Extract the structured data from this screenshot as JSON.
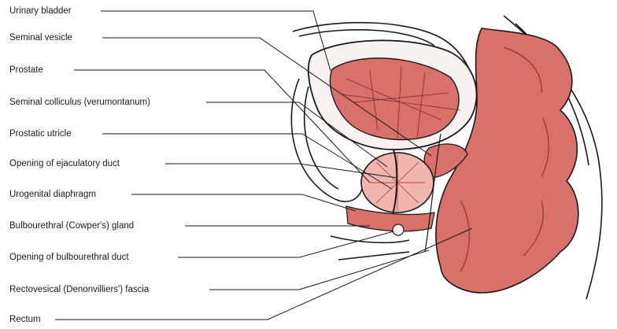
{
  "labels": [
    "Urinary bladder",
    "Seminal vesicle",
    "Prostate",
    "Seminal colliculus (verumontanum)",
    "Prostatic utricle",
    "Opening of ejaculatory duct",
    "Urogenital diaphragm",
    "Bulbourethral (Cowper's) gland",
    "Opening of bulbourethral duct",
    "Rectovesical (Denonvilliers') fascia",
    "Rectum"
  ],
  "colors": {
    "tissue": "#d9706a",
    "tissue_light": "#f0b6ae",
    "outline": "#1a1a1a"
  }
}
